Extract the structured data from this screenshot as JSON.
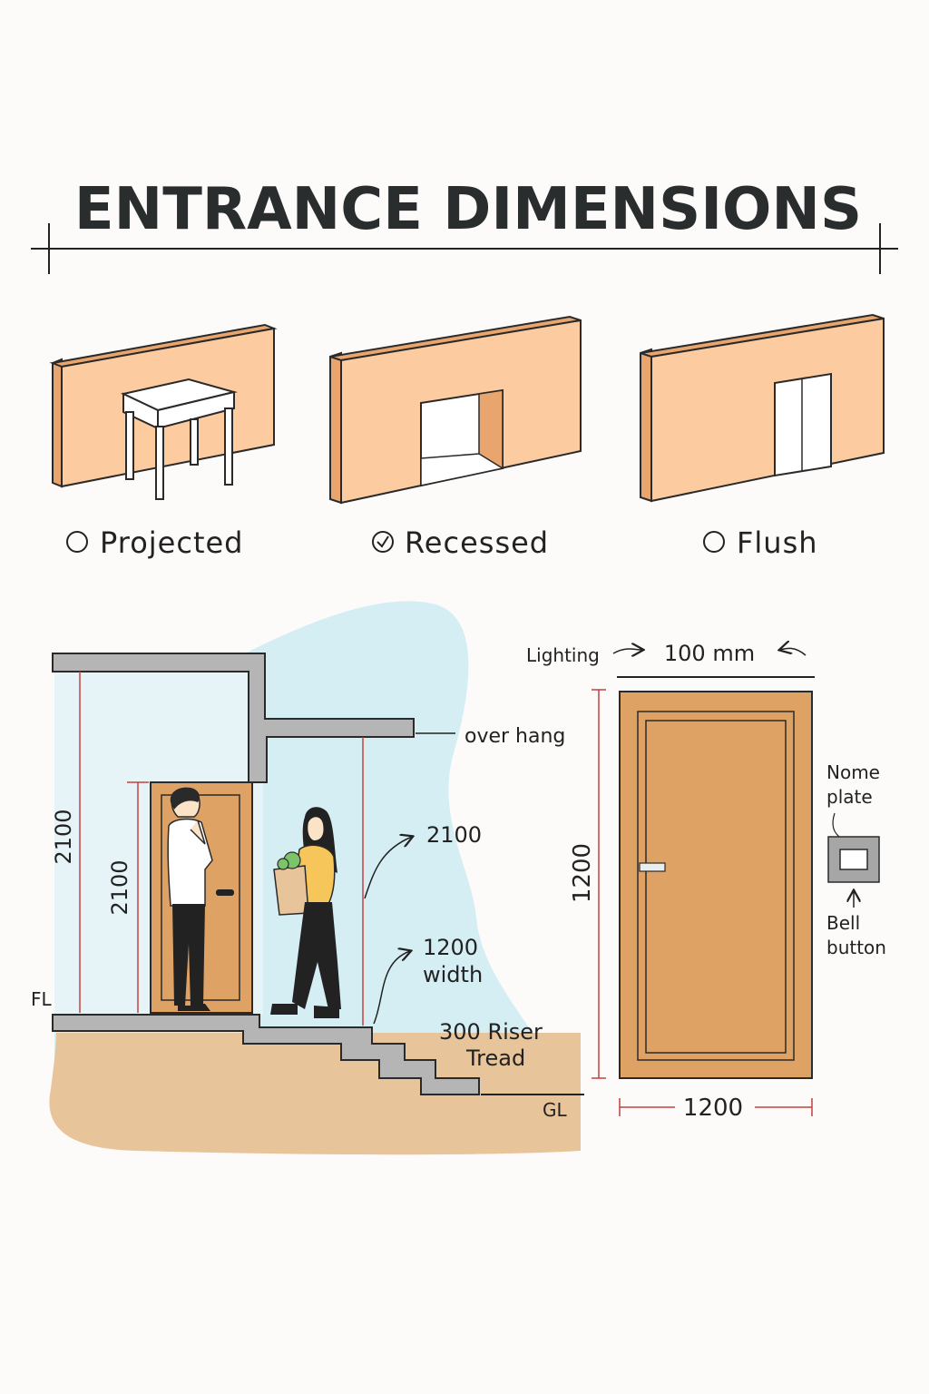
{
  "title": "ENTRANCE DIMENSIONS",
  "options": [
    {
      "label": "Projected",
      "selected": false
    },
    {
      "label": "Recessed",
      "selected": true
    },
    {
      "label": "Flush",
      "selected": false
    }
  ],
  "section": {
    "wall_height_label": "2100",
    "door_height_label": "2100",
    "overhang_label": "over hang",
    "canopy_height_label": "2100",
    "width_label_num": "1200",
    "width_label_word": "width",
    "riser_label": "300 Riser",
    "tread_label": "Tread",
    "fl_label": "FL",
    "gl_label": "GL"
  },
  "elevation": {
    "lighting_label": "Lighting",
    "lighting_value": "100 mm",
    "height_label": "1200",
    "width_label": "1200",
    "nameplate_line1": "Nome",
    "nameplate_line2": "plate",
    "bell_line1": "Bell",
    "bell_line2": "button"
  },
  "colors": {
    "wall_face": "#fccca0",
    "wall_side": "#e8a66e",
    "door": "#dea364",
    "sky": "#d4eef4",
    "ground": "#e8c49a",
    "concrete": "#b5b5b5",
    "dim_red": "#c44040"
  }
}
